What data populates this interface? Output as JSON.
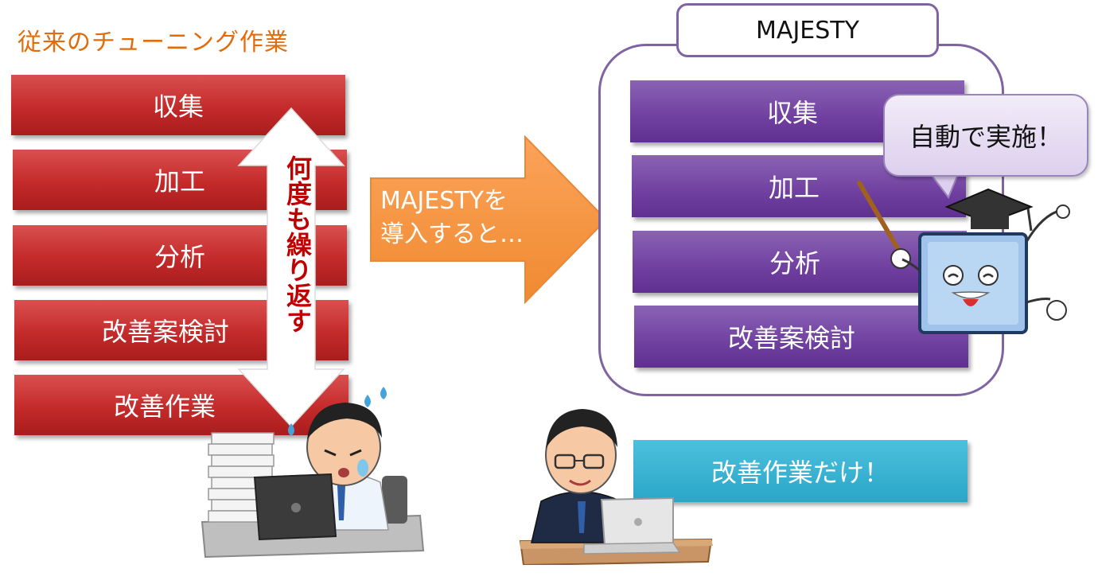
{
  "left_title": "従来のチューニング作業",
  "left_steps": [
    "収集",
    "加工",
    "分析",
    "改善案検討",
    "改善作業"
  ],
  "repeat_label": "何度も繰り返す",
  "arrow_label": [
    "MAJESTYを",
    "導入すると…"
  ],
  "majesty": {
    "title": "MAJESTY",
    "steps": [
      "収集",
      "加工",
      "分析",
      "改善案検討"
    ],
    "speech": "自動で実施！"
  },
  "result_label": "改善作業だけ！",
  "colors": {
    "left_title": "#e36c0a",
    "red_box": "#c42a2a",
    "purple_box": "#7040a0",
    "frame": "#8064a2",
    "arrow": "#f79646",
    "cyan_box": "#2aa6c6",
    "repeat_text": "#c00000"
  }
}
